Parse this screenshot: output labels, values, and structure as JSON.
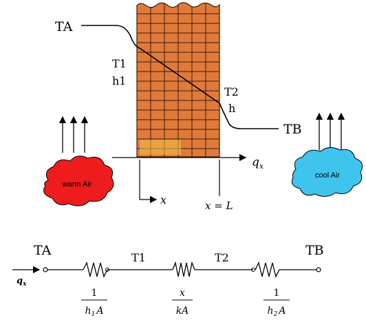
{
  "wall": {
    "left_temp": "TA",
    "surface_temp_1": "T1",
    "film_coeff_1": "h1",
    "surface_temp_2": "T2",
    "film_coeff_2": "h",
    "right_temp": "TB",
    "heat_flux": "q",
    "heat_flux_subscript": "x",
    "x_axis_label": "x",
    "x_end_label": "x = L"
  },
  "clouds": {
    "warm": {
      "label": "warm Air",
      "color": "#ee1c1c"
    },
    "cool": {
      "label": "cool Air",
      "color": "#3fc4ee"
    }
  },
  "circuit": {
    "start_temp": "TA",
    "mid_temp_1": "T1",
    "mid_temp_2": "T2",
    "end_temp": "TB",
    "flux": "q",
    "flux_subscript": "x",
    "r1_numerator": "1",
    "r1_denominator": "h",
    "r1_denominator_sub": "1",
    "r1_denominator_tail": "A",
    "r2_numerator": "x",
    "r2_denominator": "kA",
    "r3_numerator": "1",
    "r3_denominator": "h",
    "r3_denominator_sub": "2",
    "r3_denominator_tail": "A"
  },
  "colors": {
    "wall_fill": "#e07a3a",
    "wall_grid": "#3a1a08",
    "line": "#000000"
  }
}
